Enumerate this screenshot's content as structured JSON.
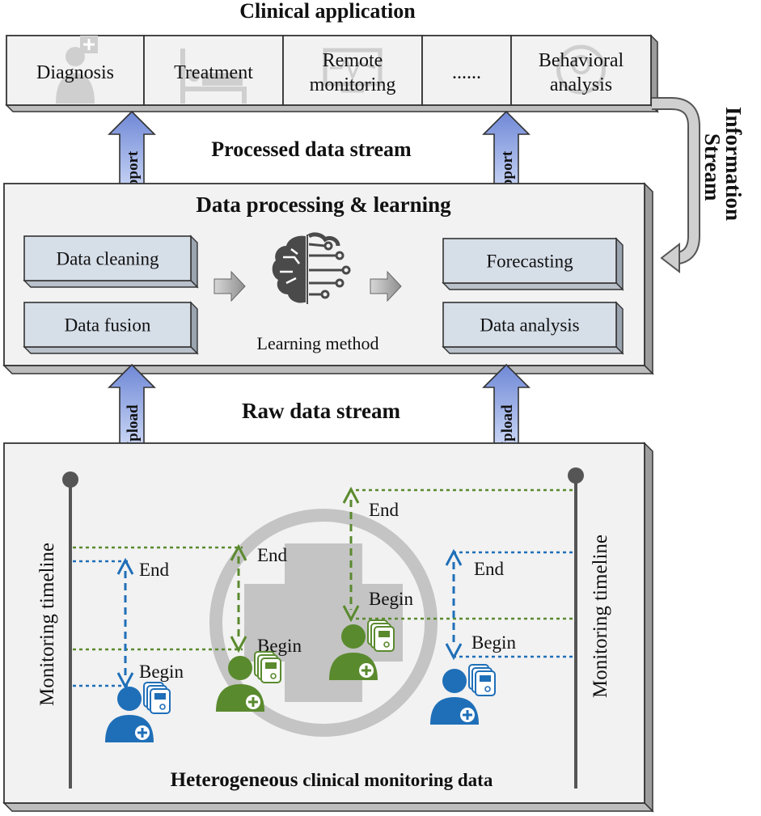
{
  "top": {
    "title": "Clinical application",
    "items": [
      {
        "lines": [
          "Diagnosis"
        ],
        "icon": "doctor-icon"
      },
      {
        "lines": [
          "Treatment"
        ],
        "icon": "hospital-bed-icon"
      },
      {
        "lines": [
          "Remote",
          "monitoring"
        ],
        "icon": "monitor-icon"
      },
      {
        "lines": [
          "......"
        ],
        "icon": ""
      },
      {
        "lines": [
          "Behavioral",
          "analysis"
        ],
        "icon": "person-head-icon"
      }
    ]
  },
  "streams": {
    "processed": "Processed data stream",
    "raw": "Raw data stream",
    "information": [
      "Information",
      "Stream"
    ],
    "support_label": "Support",
    "upload_label": "Upload"
  },
  "processing": {
    "title": "Data processing & learning",
    "left": [
      "Data cleaning",
      "Data fusion"
    ],
    "right": [
      "Forecasting",
      "Data analysis"
    ],
    "center_label": "Learning method",
    "center_icon": "brain-circuit-icon"
  },
  "monitoring": {
    "title_bold": "Heterogeneous",
    "title_rest": " clinical monitoring data",
    "timeline_label": "Monitoring  timeline",
    "end_label": "End",
    "begin_label": "Begin",
    "colors": {
      "blue": "#1f6fb8",
      "green": "#5a8a2e",
      "gray_cross": "#c4c4c4"
    }
  }
}
